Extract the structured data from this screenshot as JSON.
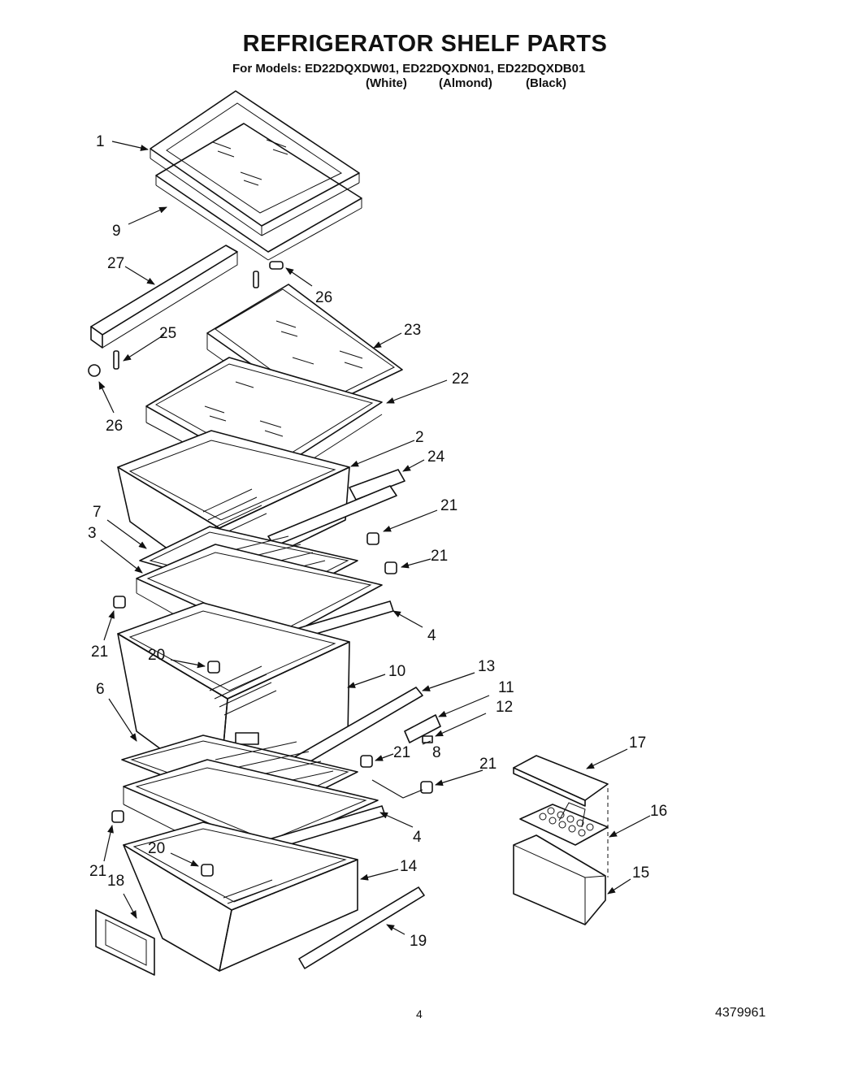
{
  "header": {
    "title": "REFRIGERATOR SHELF PARTS",
    "models": "For Models: ED22DQXDW01, ED22DQXDN01, ED22DQXDB01",
    "colors": [
      "(White)",
      "(Almond)",
      "(Black)"
    ]
  },
  "footer": {
    "page_number": "4",
    "document_number": "4379961"
  },
  "callouts": [
    "1",
    "9",
    "27",
    "26",
    "25",
    "26",
    "23",
    "22",
    "2",
    "24",
    "7",
    "3",
    "21",
    "21",
    "21",
    "4",
    "20",
    "10",
    "13",
    "6",
    "11",
    "12",
    "8",
    "21",
    "21",
    "17",
    "16",
    "4",
    "21",
    "20",
    "18",
    "14",
    "15",
    "19"
  ]
}
